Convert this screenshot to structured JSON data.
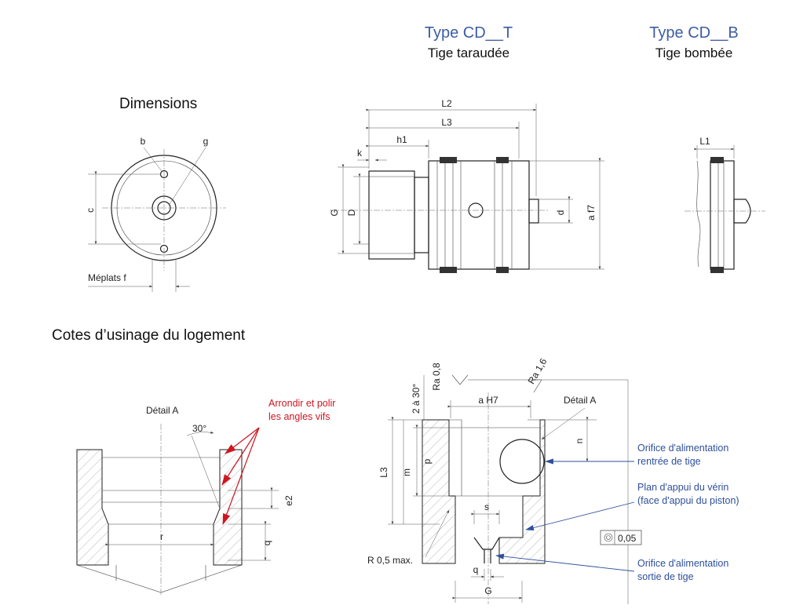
{
  "headers": {
    "type_threaded": "Type CD__T",
    "threaded_subtitle": "Tige taraudée",
    "type_domed": "Type CD__B",
    "domed_subtitle": "Tige bombée"
  },
  "sections": {
    "dimensions": "Dimensions",
    "machining": "Cotes d’usinage du logement"
  },
  "end_view": {
    "label_b": "b",
    "label_g": "g",
    "label_c": "c",
    "flats_label": "Méplats f"
  },
  "side_view": {
    "label_L2": "L2",
    "label_L3": "L3",
    "label_h1": "h1",
    "label_k": "k",
    "label_G": "G",
    "label_D": "D",
    "label_d": "d",
    "label_af7": "a f7"
  },
  "domed_view": {
    "label_L1": "L1"
  },
  "detail_view": {
    "title": "Détail A",
    "angle": "30°",
    "note_line1": "Arrondir et polir",
    "note_line2": "les angles vifs",
    "label_e2": "e2",
    "label_q": "q",
    "label_r": "r"
  },
  "housing": {
    "roughness_1": "Ra 0,8",
    "roughness_2": "Ra 1,6",
    "chamfer": "2 à 30°",
    "bore": "a H7",
    "detail_ref": "Détail A",
    "label_n": "n",
    "label_L3": "L3",
    "label_m": "m",
    "label_p": "p",
    "label_s": "s",
    "label_q": "q",
    "label_G": "G",
    "radius": "R 0,5 max.",
    "tolerance": "0,05",
    "callout_1_line1": "Orifice d'alimentation",
    "callout_1_line2": "rentrée de tige",
    "callout_2_line1": "Plan d'appui du vérin",
    "callout_2_line2": "(face d'appui du piston)",
    "callout_3_line1": "Orifice d'alimentation",
    "callout_3_line2": "sortie de tige"
  },
  "colors": {
    "blue_header": "#3d5da0",
    "red_note": "#cc1720",
    "blue_callout": "#2e4f9a"
  }
}
